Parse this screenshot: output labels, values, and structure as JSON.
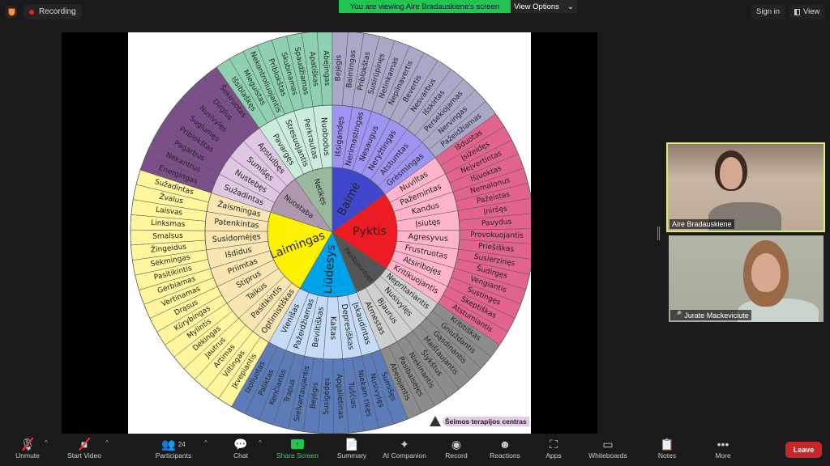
{
  "topbar": {
    "recording_label": "Recording",
    "banner_text": "You are viewing Aire Bradauskiene's screen",
    "view_options_label": "View Options",
    "sign_in_label": "Sign in",
    "view_label": "View"
  },
  "wheel": {
    "logo_text": "Šeimos terapijos centras",
    "sectors": [
      {
        "core": "Netikęs",
        "start": 325,
        "end": 360,
        "colors": {
          "inner": "#9ab89c",
          "middle": "#c9ecdc",
          "outer": "#8ed1b0"
        },
        "middle": [
          "Pavargęs",
          "Stresuojantis",
          "Perkrautas",
          "Nuobodus"
        ],
        "outer": [
          "Išsiblaškęs",
          "Mieguistas",
          "Nekontroliuojantis",
          "Priblokštas",
          "Skubinamas",
          "Spaudžiamas",
          "Apatiškas",
          "Abejingas"
        ]
      },
      {
        "core": "Baimė",
        "start": 0,
        "end": 54,
        "colors": {
          "inner": "#3f48cc",
          "middle": "#9d95f2",
          "outer": "#aaa8c8"
        },
        "middle": [
          "Išsigandęs",
          "Nerimastingas",
          "Nesaugus",
          "Neryžtingas",
          "Atstumtas",
          "Grėsmingas"
        ],
        "outer": [
          "Bejėgis",
          "Baimingas",
          "Priblokštas",
          "Susirūpinęs",
          "Netinkamas",
          "Nepilnavertis",
          "Bevertis",
          "Nesvarbus",
          "Išskirtas",
          "Persekiojamas",
          "Nervingas",
          "Pažeidžiamas"
        ]
      },
      {
        "core": "Pyktis",
        "start": 54,
        "end": 124,
        "colors": {
          "inner": "#ed1c24",
          "middle": "#ffb4c9",
          "outer": "#e2648c"
        },
        "middle": [
          "Nuviltas",
          "Pažemintas",
          "Kandus",
          "Įsiutęs",
          "Agresyvus",
          "Frustruotas",
          "Atsiribojęs",
          "Kritikuojantis"
        ],
        "outer": [
          "Išduotas",
          "Įsižeidęs",
          "Neįvertintas",
          "Išjuoktas",
          "Nemalonus",
          "Pažeistas",
          "Įniršęs",
          "Pavydus",
          "Provokuojantis",
          "Priešiškas",
          "Susierzinęs",
          "Šudirgęs",
          "Vengiantis",
          "Sustingęs",
          "Skeptiškas",
          "Atstumiantis"
        ]
      },
      {
        "core": "Pasibjaurėjęs",
        "start": 124,
        "end": 158,
        "colors": {
          "inner": "#555555",
          "middle": "#cfcfcf",
          "outer": "#8c8c8c"
        },
        "middle": [
          "Nepritariantis",
          "Nusivylęs",
          "Bjaurus",
          "Atmestas"
        ],
        "outer": [
          "Krititiškas",
          "Gniuždantis",
          "Gąsdinantis",
          "Maištaujantis",
          "Šlykštus",
          "Niekinantis",
          "Pasibaisėjęs",
          "Abejojantis"
        ]
      },
      {
        "core": "Liūdesys",
        "start": 158,
        "end": 210,
        "colors": {
          "inner": "#00a2e8",
          "middle": "#c6dbf7",
          "outer": "#5b7cb8"
        },
        "middle": [
          "Įskaudintas",
          "Depresiškas",
          "Kaltas",
          "Beviltiškas",
          "Pažeidžiamas",
          "Vienišas"
        ],
        "outer": [
          "Sumišęs",
          "Nusivylęs",
          "Niekam tikęs",
          "Tuščias",
          "Apgailėtinas",
          "Susigėdęs",
          "Bejėgis",
          "Sielvartaujantis",
          "Trapus",
          "Kenčiantis",
          "Paliktas",
          "Izoliuotas"
        ]
      },
      {
        "core": "Laimingas",
        "start": 210,
        "end": 288,
        "colors": {
          "inner": "#fff200",
          "middle": "#fbe6b2",
          "outer": "#fff69e"
        },
        "middle": [
          "Optimistiškas",
          "Pasitikintis",
          "Taikus",
          "Stiprus",
          "Priimtas",
          "Išdidus",
          "Susidomėjęs",
          "Patenkintas",
          "Žaismingas"
        ],
        "outer": [
          "Įkvepiantis",
          "Viltingas",
          "Artimas",
          "Jautrus",
          "Dėkingas",
          "Mylintis",
          "Kūrybingas",
          "Drąsus",
          "Vertinamas",
          "Gerbiamas",
          "Pasitikintis",
          "Sėkmingas",
          "Žingeidus",
          "Smalsus",
          "Linksmas",
          "Laisvas",
          "Žvalus",
          "Sužadintas"
        ]
      },
      {
        "core": "Nuostaba",
        "start": 288,
        "end": 325,
        "colors": {
          "inner": "#ae98ad",
          "middle": "#ddc7e1",
          "outer": "#7b4f88"
        },
        "middle": [
          "Sužadintas",
          "Nustebęs",
          "Sumišęs",
          "Apstulbęs"
        ],
        "outer": [
          "Energingas",
          "Nekantrus",
          "Pagarbus",
          "Priblokštas",
          "Suglumęs",
          "Nusivylęs",
          "Dirglus",
          "Šokiruotas"
        ]
      }
    ]
  },
  "participants": [
    {
      "name": "Aire Bradauskiene",
      "active_speaker": true
    },
    {
      "name": "Jurate Mackeviciute",
      "muted": true
    }
  ],
  "toolbar": {
    "unmute": "Unmute",
    "start_video": "Start Video",
    "participants": "Participants",
    "participant_count": "24",
    "chat": "Chat",
    "share_screen": "Share Screen",
    "summary": "Summary",
    "ai_companion": "AI Companion",
    "record": "Record",
    "reactions": "Reactions",
    "apps": "Apps",
    "whiteboards": "Whiteboards",
    "notes": "Notes",
    "more": "More",
    "leave": "Leave"
  }
}
